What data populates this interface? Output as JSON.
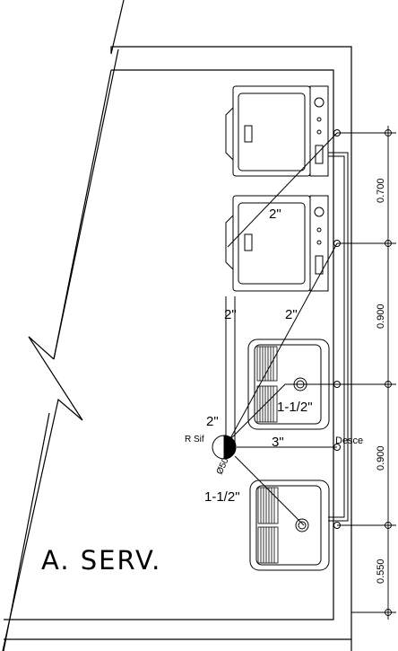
{
  "room": {
    "label": "A. SERV."
  },
  "pipes": {
    "p1": "2\"",
    "p2": "2\"",
    "p3": "2\"",
    "p4": "1-1/2\"",
    "p5": "2\"",
    "p6": "3\"",
    "p7": "1-1/2\""
  },
  "notes": {
    "rsif": "R Sif",
    "desce": "Desce",
    "dia": "Ø50"
  },
  "dimensions": {
    "d1": "0.700",
    "d2": "0.900",
    "d3": "0.900",
    "d4": "0.550"
  }
}
